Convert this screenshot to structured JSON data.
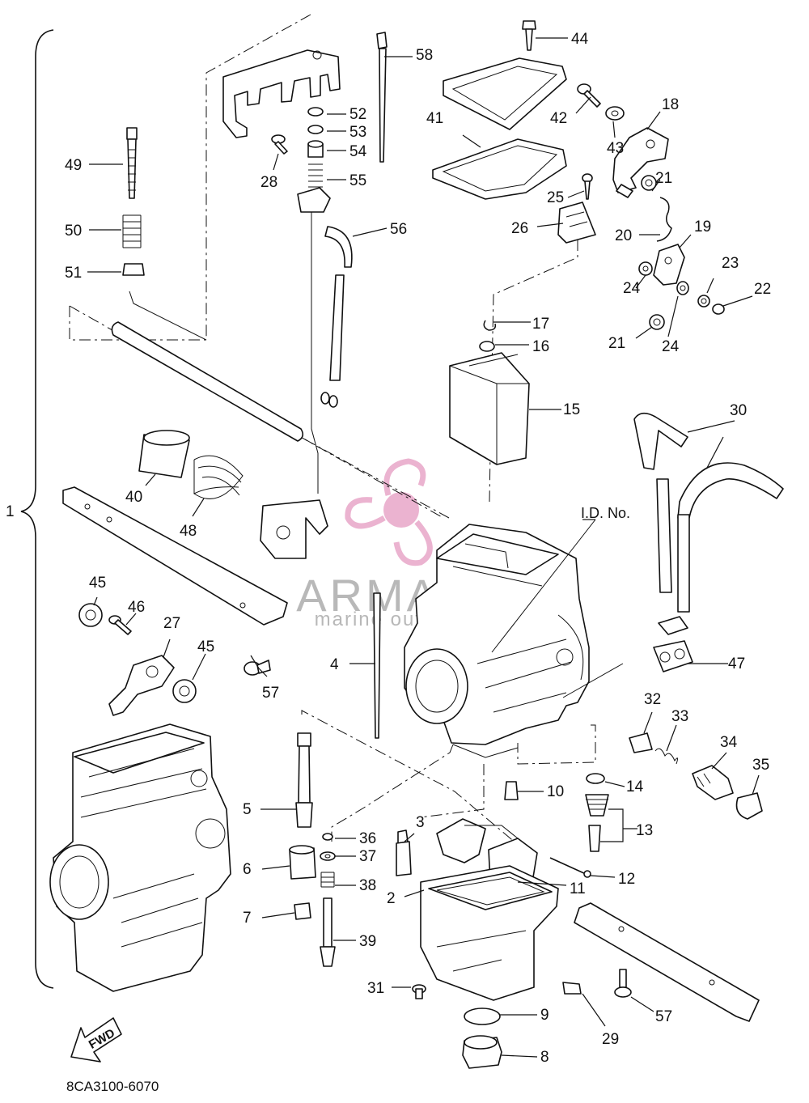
{
  "diagram_code": "8CA3100-6070",
  "watermark": {
    "brand": "ARMADA",
    "tagline": "marine outboards",
    "color": "#e8a6c8"
  },
  "fwd_label": "FWD",
  "id_label": "I.D. No.",
  "labels": [
    {
      "id": "1",
      "t": "1"
    },
    {
      "id": "2",
      "t": "2"
    },
    {
      "id": "3",
      "t": "3"
    },
    {
      "id": "4",
      "t": "4"
    },
    {
      "id": "5",
      "t": "5"
    },
    {
      "id": "6",
      "t": "6"
    },
    {
      "id": "7",
      "t": "7"
    },
    {
      "id": "8",
      "t": "8"
    },
    {
      "id": "9",
      "t": "9"
    },
    {
      "id": "10",
      "t": "10"
    },
    {
      "id": "11",
      "t": "11"
    },
    {
      "id": "12",
      "t": "12"
    },
    {
      "id": "13",
      "t": "13"
    },
    {
      "id": "14",
      "t": "14"
    },
    {
      "id": "15",
      "t": "15"
    },
    {
      "id": "16",
      "t": "16"
    },
    {
      "id": "17",
      "t": "17"
    },
    {
      "id": "18",
      "t": "18"
    },
    {
      "id": "19",
      "t": "19"
    },
    {
      "id": "20",
      "t": "20"
    },
    {
      "id": "21a",
      "t": "21"
    },
    {
      "id": "21b",
      "t": "21"
    },
    {
      "id": "22",
      "t": "22"
    },
    {
      "id": "23",
      "t": "23"
    },
    {
      "id": "24a",
      "t": "24"
    },
    {
      "id": "24b",
      "t": "24"
    },
    {
      "id": "25",
      "t": "25"
    },
    {
      "id": "26",
      "t": "26"
    },
    {
      "id": "27",
      "t": "27"
    },
    {
      "id": "28",
      "t": "28"
    },
    {
      "id": "29",
      "t": "29"
    },
    {
      "id": "30",
      "t": "30"
    },
    {
      "id": "31",
      "t": "31"
    },
    {
      "id": "32",
      "t": "32"
    },
    {
      "id": "33",
      "t": "33"
    },
    {
      "id": "34",
      "t": "34"
    },
    {
      "id": "35",
      "t": "35"
    },
    {
      "id": "36",
      "t": "36"
    },
    {
      "id": "37",
      "t": "37"
    },
    {
      "id": "38",
      "t": "38"
    },
    {
      "id": "39",
      "t": "39"
    },
    {
      "id": "40",
      "t": "40"
    },
    {
      "id": "41",
      "t": "41"
    },
    {
      "id": "42",
      "t": "42"
    },
    {
      "id": "43",
      "t": "43"
    },
    {
      "id": "44",
      "t": "44"
    },
    {
      "id": "45a",
      "t": "45"
    },
    {
      "id": "45b",
      "t": "45"
    },
    {
      "id": "46",
      "t": "46"
    },
    {
      "id": "47",
      "t": "47"
    },
    {
      "id": "48",
      "t": "48"
    },
    {
      "id": "49",
      "t": "49"
    },
    {
      "id": "50",
      "t": "50"
    },
    {
      "id": "51",
      "t": "51"
    },
    {
      "id": "52",
      "t": "52"
    },
    {
      "id": "53",
      "t": "53"
    },
    {
      "id": "54",
      "t": "54"
    },
    {
      "id": "55",
      "t": "55"
    },
    {
      "id": "56",
      "t": "56"
    },
    {
      "id": "57a",
      "t": "57"
    },
    {
      "id": "57b",
      "t": "57"
    },
    {
      "id": "58",
      "t": "58"
    }
  ]
}
